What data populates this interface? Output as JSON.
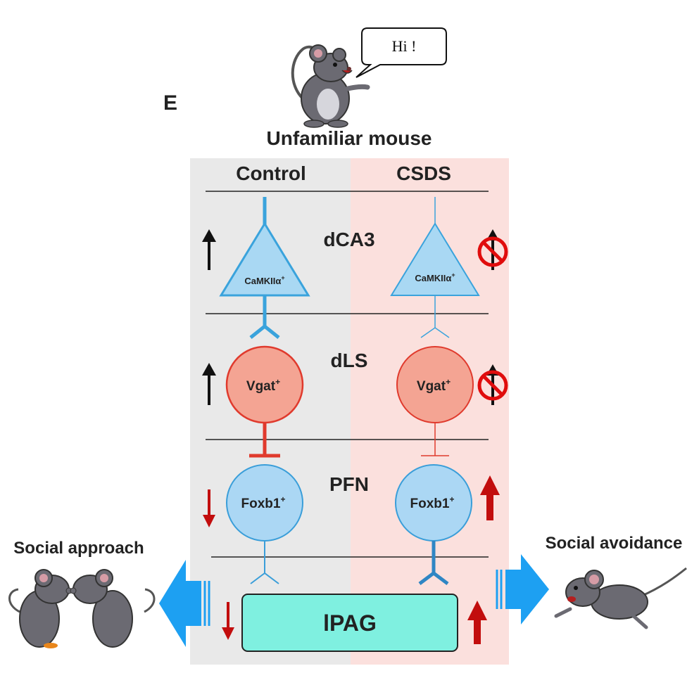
{
  "panel_letter": "E",
  "speech_bubble": "Hi !",
  "top_caption": "Unfamiliar mouse",
  "columns": {
    "left": "Control",
    "right": "CSDS"
  },
  "regions": {
    "r1": "dCA3",
    "r2": "dLS",
    "r3": "PFN"
  },
  "cells": {
    "dCA3": "CaMKIIα",
    "dLS": "Vgat",
    "PFN": "Foxb1",
    "superscript": "+"
  },
  "target": "lPAG",
  "side_labels": {
    "left": "Social approach",
    "right": "Social avoidance"
  },
  "colors": {
    "control_bg": "#e9e9e9",
    "csds_bg": "#fbe0dd",
    "camk_fill": "#a9d8f3",
    "camk_stroke": "#3aa3dc",
    "vgat_fill": "#f4a493",
    "vgat_stroke": "#e03a2d",
    "foxb1_fill": "#abd7f4",
    "foxb1_stroke": "#3a9ed9",
    "ipag_fill": "#7ff0e0",
    "up_black": "#111111",
    "arrow_red": "#c20d0d",
    "big_arrow_blue": "#1da0f2"
  },
  "icons": [
    "mouse-talking-icon",
    "mice-kissing-icon",
    "mouse-fleeing-icon",
    "no-symbol-icon"
  ]
}
